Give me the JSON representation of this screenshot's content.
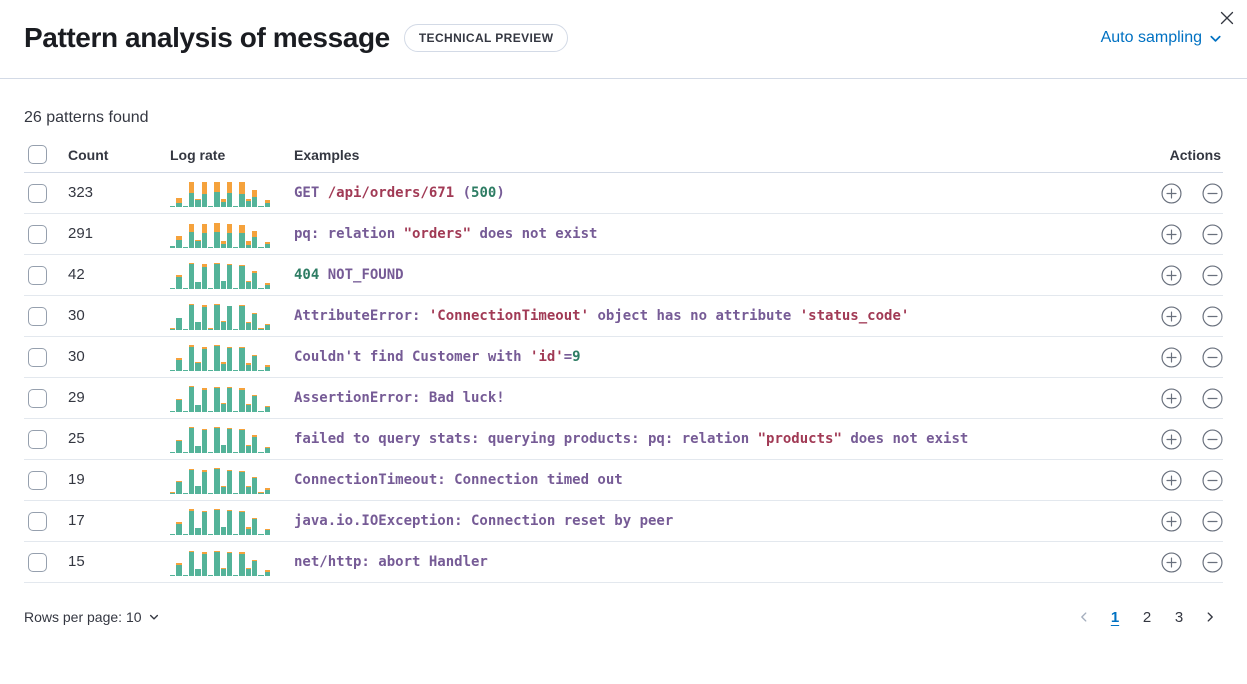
{
  "header": {
    "title": "Pattern analysis of message",
    "badge": "TECHNICAL PREVIEW",
    "sampling_label": "Auto sampling"
  },
  "summary": "26 patterns found",
  "table": {
    "columns": {
      "count": "Count",
      "log_rate": "Log rate",
      "examples": "Examples",
      "actions": "Actions"
    },
    "rows": [
      {
        "count": "323",
        "example": [
          [
            "GET ",
            "p"
          ],
          [
            "/api/orders/671",
            "r"
          ],
          [
            " (",
            "p"
          ],
          [
            "500",
            "g"
          ],
          [
            ")",
            "p"
          ]
        ],
        "bars": [
          [
            4,
            0
          ],
          [
            16,
            18
          ],
          [
            4,
            0
          ],
          [
            50,
            40
          ],
          [
            24,
            4
          ],
          [
            46,
            44
          ],
          [
            4,
            0
          ],
          [
            52,
            38
          ],
          [
            18,
            12
          ],
          [
            50,
            40
          ],
          [
            4,
            0
          ],
          [
            48,
            40
          ],
          [
            20,
            10
          ],
          [
            34,
            26
          ],
          [
            4,
            0
          ],
          [
            16,
            8
          ]
        ]
      },
      {
        "count": "291",
        "example": [
          [
            "pq: relation ",
            "p"
          ],
          [
            "\"orders\"",
            "r"
          ],
          [
            " does not exist",
            "p"
          ]
        ],
        "bars": [
          [
            6,
            0
          ],
          [
            30,
            12
          ],
          [
            4,
            0
          ],
          [
            56,
            30
          ],
          [
            24,
            3
          ],
          [
            52,
            34
          ],
          [
            4,
            0
          ],
          [
            58,
            30
          ],
          [
            14,
            12
          ],
          [
            54,
            32
          ],
          [
            4,
            0
          ],
          [
            52,
            32
          ],
          [
            12,
            14
          ],
          [
            40,
            22
          ],
          [
            4,
            0
          ],
          [
            14,
            8
          ]
        ]
      },
      {
        "count": "42",
        "example": [
          [
            "404",
            "g"
          ],
          [
            " NOT_FOUND",
            "p"
          ]
        ],
        "bars": [
          [
            4,
            0
          ],
          [
            44,
            6
          ],
          [
            4,
            0
          ],
          [
            88,
            5
          ],
          [
            26,
            0
          ],
          [
            80,
            8
          ],
          [
            5,
            0
          ],
          [
            88,
            6
          ],
          [
            28,
            0
          ],
          [
            84,
            5
          ],
          [
            4,
            0
          ],
          [
            82,
            5
          ],
          [
            24,
            4
          ],
          [
            58,
            6
          ],
          [
            4,
            0
          ],
          [
            16,
            5
          ]
        ]
      },
      {
        "count": "30",
        "example": [
          [
            "AttributeError: ",
            "p"
          ],
          [
            "'ConnectionTimeout'",
            "r"
          ],
          [
            " object has no attribute ",
            "p"
          ],
          [
            "'status_code'",
            "r"
          ]
        ],
        "bars": [
          [
            4,
            2
          ],
          [
            44,
            0
          ],
          [
            4,
            0
          ],
          [
            90,
            3
          ],
          [
            28,
            0
          ],
          [
            82,
            6
          ],
          [
            5,
            2
          ],
          [
            88,
            4
          ],
          [
            30,
            4
          ],
          [
            84,
            3
          ],
          [
            4,
            0
          ],
          [
            84,
            4
          ],
          [
            24,
            6
          ],
          [
            56,
            4
          ],
          [
            4,
            2
          ],
          [
            18,
            4
          ]
        ]
      },
      {
        "count": "30",
        "example": [
          [
            "Couldn't find Customer with ",
            "p"
          ],
          [
            "'id'",
            "r"
          ],
          [
            "=",
            "p"
          ],
          [
            "9",
            "g"
          ]
        ],
        "bars": [
          [
            4,
            0
          ],
          [
            40,
            8
          ],
          [
            4,
            0
          ],
          [
            84,
            8
          ],
          [
            28,
            3
          ],
          [
            80,
            5
          ],
          [
            5,
            0
          ],
          [
            90,
            4
          ],
          [
            26,
            5
          ],
          [
            82,
            5
          ],
          [
            4,
            0
          ],
          [
            82,
            4
          ],
          [
            22,
            8
          ],
          [
            54,
            5
          ],
          [
            4,
            0
          ],
          [
            16,
            5
          ]
        ]
      },
      {
        "count": "29",
        "example": [
          [
            "AssertionError: Bad luck!",
            "p"
          ]
        ],
        "bars": [
          [
            4,
            0
          ],
          [
            42,
            5
          ],
          [
            4,
            0
          ],
          [
            88,
            4
          ],
          [
            26,
            0
          ],
          [
            80,
            6
          ],
          [
            5,
            0
          ],
          [
            86,
            5
          ],
          [
            28,
            3
          ],
          [
            84,
            4
          ],
          [
            4,
            0
          ],
          [
            80,
            5
          ],
          [
            24,
            4
          ],
          [
            56,
            5
          ],
          [
            4,
            0
          ],
          [
            18,
            4
          ]
        ]
      },
      {
        "count": "25",
        "example": [
          [
            "failed to query stats: querying products: pq: relation ",
            "p"
          ],
          [
            "\"products\"",
            "r"
          ],
          [
            " does not exist",
            "p"
          ]
        ],
        "bars": [
          [
            4,
            0
          ],
          [
            44,
            4
          ],
          [
            4,
            0
          ],
          [
            90,
            4
          ],
          [
            26,
            0
          ],
          [
            82,
            5
          ],
          [
            5,
            0
          ],
          [
            88,
            5
          ],
          [
            28,
            0
          ],
          [
            84,
            4
          ],
          [
            4,
            0
          ],
          [
            82,
            4
          ],
          [
            26,
            3
          ],
          [
            58,
            5
          ],
          [
            4,
            0
          ],
          [
            18,
            4
          ]
        ]
      },
      {
        "count": "19",
        "example": [
          [
            "ConnectionTimeout: Connection timed out",
            "p"
          ]
        ],
        "bars": [
          [
            4,
            2
          ],
          [
            42,
            6
          ],
          [
            4,
            0
          ],
          [
            86,
            5
          ],
          [
            28,
            0
          ],
          [
            80,
            5
          ],
          [
            5,
            0
          ],
          [
            88,
            4
          ],
          [
            26,
            4
          ],
          [
            82,
            5
          ],
          [
            4,
            0
          ],
          [
            80,
            4
          ],
          [
            24,
            5
          ],
          [
            56,
            5
          ],
          [
            4,
            2
          ],
          [
            16,
            5
          ]
        ]
      },
      {
        "count": "17",
        "example": [
          [
            "java.io.IOException: Connection reset by peer",
            "p"
          ]
        ],
        "bars": [
          [
            4,
            0
          ],
          [
            40,
            5
          ],
          [
            4,
            0
          ],
          [
            86,
            6
          ],
          [
            26,
            0
          ],
          [
            82,
            5
          ],
          [
            5,
            0
          ],
          [
            88,
            4
          ],
          [
            28,
            0
          ],
          [
            84,
            5
          ],
          [
            4,
            0
          ],
          [
            82,
            5
          ],
          [
            22,
            6
          ],
          [
            56,
            4
          ],
          [
            4,
            0
          ],
          [
            18,
            5
          ]
        ]
      },
      {
        "count": "15",
        "example": [
          [
            "net/http: abort Handler",
            "p"
          ]
        ],
        "bars": [
          [
            4,
            0
          ],
          [
            38,
            8
          ],
          [
            4,
            0
          ],
          [
            84,
            5
          ],
          [
            26,
            0
          ],
          [
            80,
            5
          ],
          [
            5,
            0
          ],
          [
            86,
            5
          ],
          [
            26,
            4
          ],
          [
            82,
            4
          ],
          [
            4,
            0
          ],
          [
            80,
            5
          ],
          [
            24,
            5
          ],
          [
            54,
            5
          ],
          [
            4,
            0
          ],
          [
            16,
            5
          ]
        ]
      }
    ]
  },
  "footer": {
    "rows_per_page_label": "Rows per page: 10",
    "pages": [
      "1",
      "2",
      "3"
    ],
    "active_page": "1"
  },
  "colors": {
    "accent": "#0071C2",
    "bar_green": "#54B399",
    "bar_orange": "#F5A23C",
    "code_purple": "#765B96",
    "code_red": "#A13A55",
    "code_green": "#2E7D64"
  }
}
